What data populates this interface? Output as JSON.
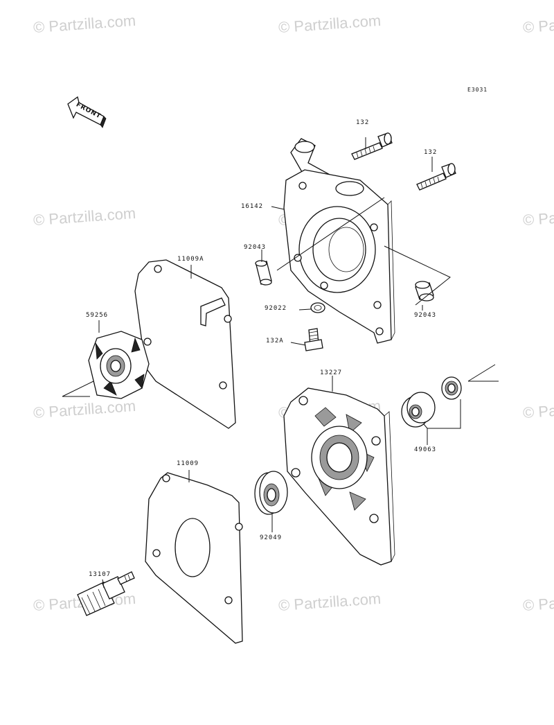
{
  "diagram_code": "E3031",
  "front_label": "FRONT",
  "watermark": "© Partzilla.com",
  "parts": {
    "p132_top": "132",
    "p132_right": "132",
    "p16142": "16142",
    "p92043_left": "92043",
    "p92043_right": "92043",
    "p92022": "92022",
    "p132A": "132A",
    "p11009A": "11009A",
    "p59256": "59256",
    "p13227": "13227",
    "p49063": "49063",
    "p11009": "11009",
    "p92049": "92049",
    "p13107": "13107"
  }
}
